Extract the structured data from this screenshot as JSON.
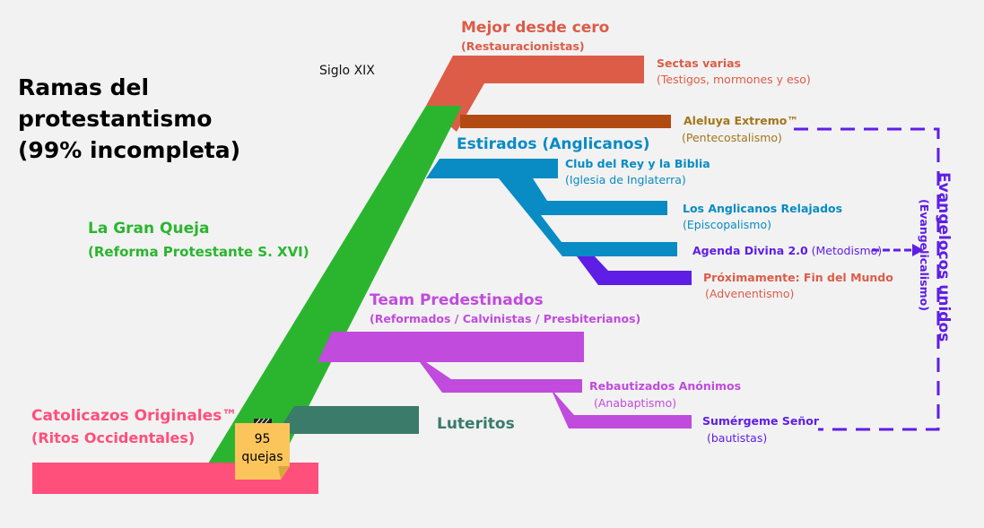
{
  "title": {
    "line1": "Ramas del",
    "line2": "protestantismo",
    "line3": "(99% incompleta)"
  },
  "era_label": "Siglo XIX",
  "colors": {
    "catholic": "#ff4f7b",
    "reform": "#2bb52f",
    "restoration": "#dc5c48",
    "pentecostal": "#b14b12",
    "anglican": "#098bc4",
    "methodist": "#5e1ee6",
    "calvinist": "#c04bdc",
    "lutheran": "#3a7b6a",
    "evangelical": "#5e1ee6",
    "pentecostal_label": "#a2761b",
    "note": "#fcc55c"
  },
  "nodes": {
    "catholic": {
      "name": "Catolicazos Originales™",
      "sub": "(Ritos Occidentales)"
    },
    "reform": {
      "name": "La Gran Queja",
      "sub": "(Reforma Protestante S. XVI)"
    },
    "restoration": {
      "name": "Mejor desde cero",
      "sub": "(Restauracionistas)"
    },
    "sects": {
      "name": "Sectas varias",
      "sub": "(Testigos, mormones y eso)"
    },
    "pentecostal": {
      "name": "Aleluya Extremo™",
      "sub": "(Pentecostalismo)"
    },
    "anglican": {
      "name": "Estirados (Anglicanos)"
    },
    "church_england": {
      "name": "Club del Rey y la Biblia",
      "sub": "(Iglesia de Inglaterra)"
    },
    "episcopal": {
      "name": "Los Anglicanos Relajados",
      "sub": "(Episcopalismo)"
    },
    "methodist": {
      "name": "Agenda Divina 2.0",
      "sub": "(Metodismo)"
    },
    "adventist": {
      "name": "Próximamente: Fin del Mundo",
      "sub": "(Advenentismo)"
    },
    "calvinist": {
      "name": "Team Predestinados",
      "sub": "(Reformados / Calvinistas / Presbiterianos)"
    },
    "anabaptist": {
      "name": "Rebautizados Anónimos",
      "sub": "(Anabaptismo)"
    },
    "baptist": {
      "name": "Sumérgeme Señor",
      "sub": "(bautistas)"
    },
    "lutheran": {
      "name": "Luteritos"
    }
  },
  "evangelical": {
    "name": "Evangelocos unidos",
    "sub": "(Evangelicalismo)"
  },
  "note": {
    "line1": "95",
    "line2": "quejas"
  }
}
